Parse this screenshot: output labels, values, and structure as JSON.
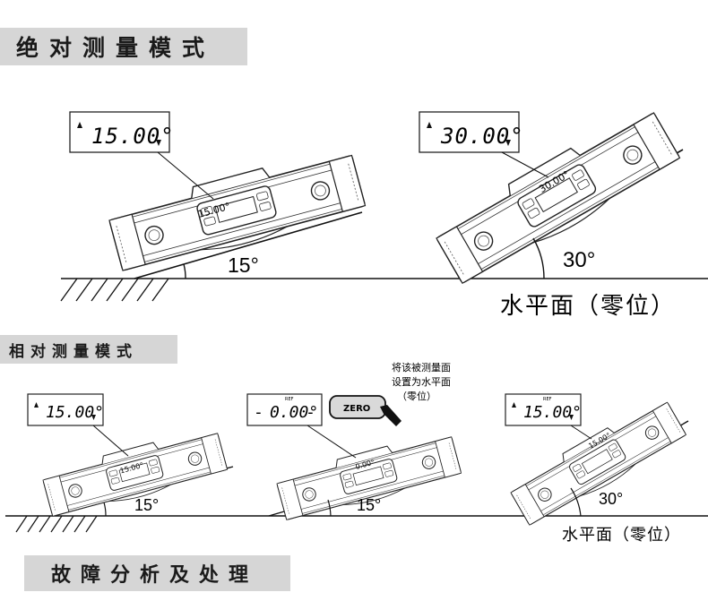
{
  "headers": {
    "absolute_mode": "绝对测量模式",
    "relative_mode": "相对测量模式",
    "troubleshooting": "故障分析及处理"
  },
  "absolute": {
    "display_1": "15.00°",
    "display_2": "30.00°",
    "angle_1": "15°",
    "angle_2": "30°",
    "horizontal_label": "水平面（零位）"
  },
  "relative": {
    "display_1": "15.00°",
    "display_2": "0.00°",
    "display_3": "15.00°",
    "ref_label": "REF",
    "zero_button": "ZERO",
    "note_line1": "将该被测量面",
    "note_line2": "设置为水平面",
    "note_line3": "（零位）",
    "angle_1": "15°",
    "angle_2": "15°",
    "angle_3": "30°",
    "horizontal_label": "水平面（零位）"
  }
}
